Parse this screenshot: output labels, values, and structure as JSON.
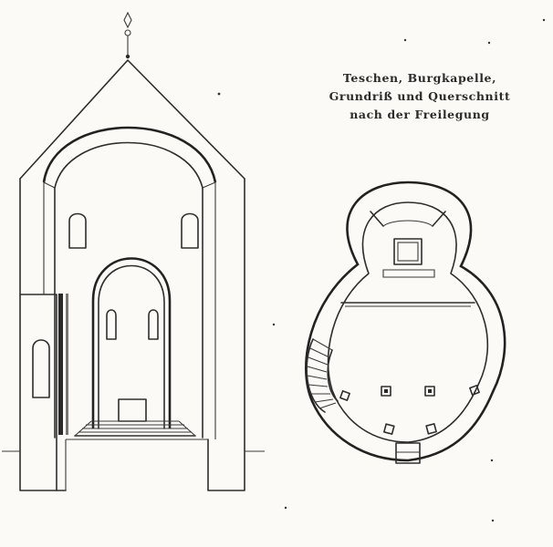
{
  "caption": {
    "line1": "Teschen, Burgkapelle,",
    "line2": "Grundriß und Querschnitt",
    "line3": "nach der Freilegung"
  },
  "colors": {
    "paper": "#fbfaf7",
    "ink": "#2e2e2e"
  }
}
